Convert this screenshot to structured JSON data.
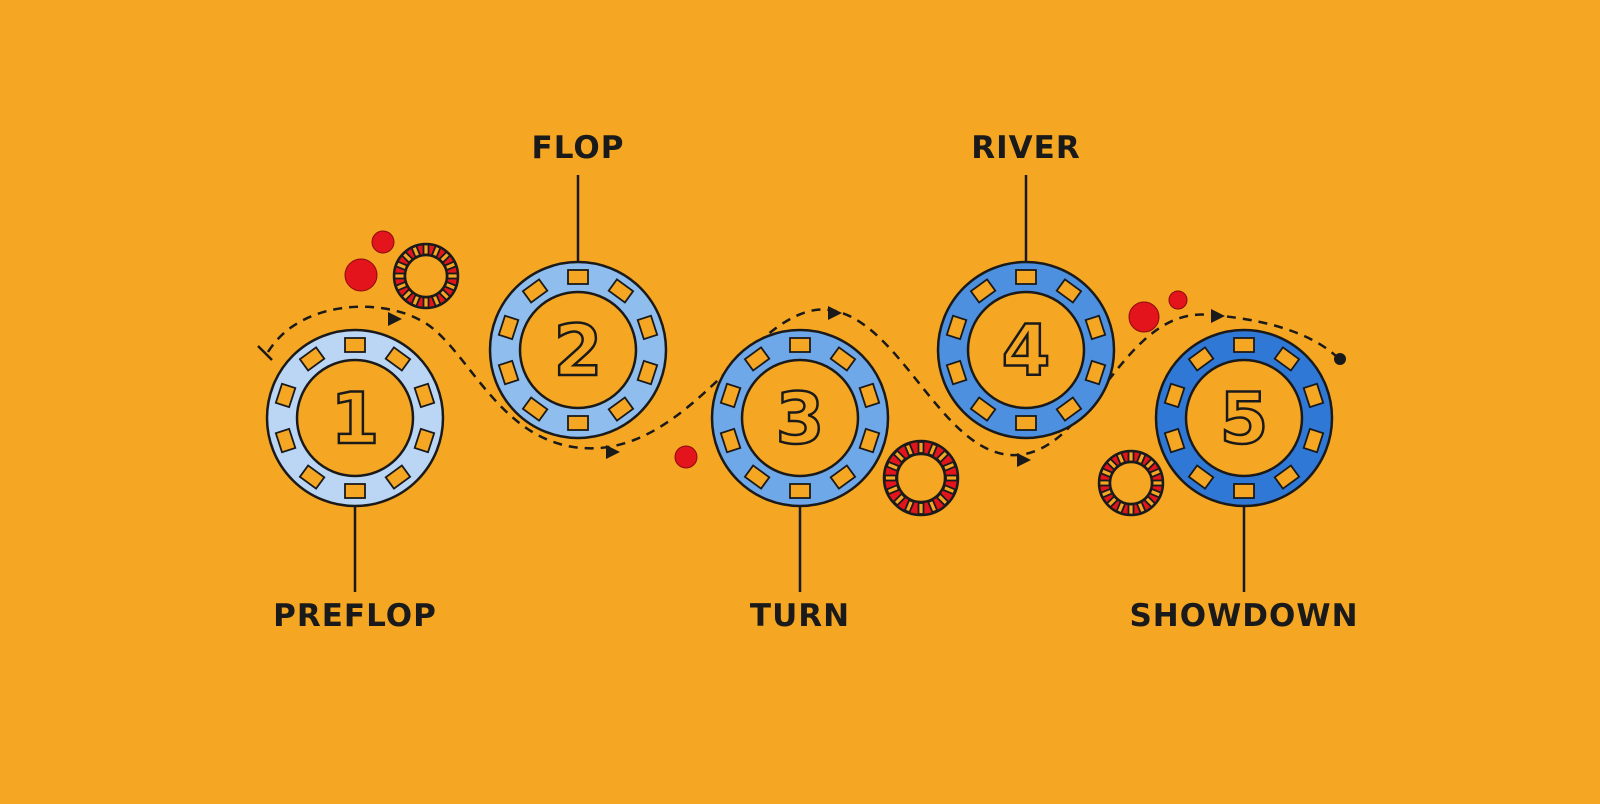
{
  "stages": [
    {
      "number": "1",
      "name": "PREFLOP",
      "color": "#BBD6F5"
    },
    {
      "number": "2",
      "name": "FLOP",
      "color": "#8FBEEE"
    },
    {
      "number": "3",
      "name": "TURN",
      "color": "#6FA8E8"
    },
    {
      "number": "4",
      "name": "RIVER",
      "color": "#4C90DF"
    },
    {
      "number": "5",
      "name": "SHOWDOWN",
      "color": "#2F78D6"
    }
  ],
  "colors": {
    "background": "#F5A623",
    "accent_red": "#E3141B",
    "outline": "#1a1a1a"
  }
}
